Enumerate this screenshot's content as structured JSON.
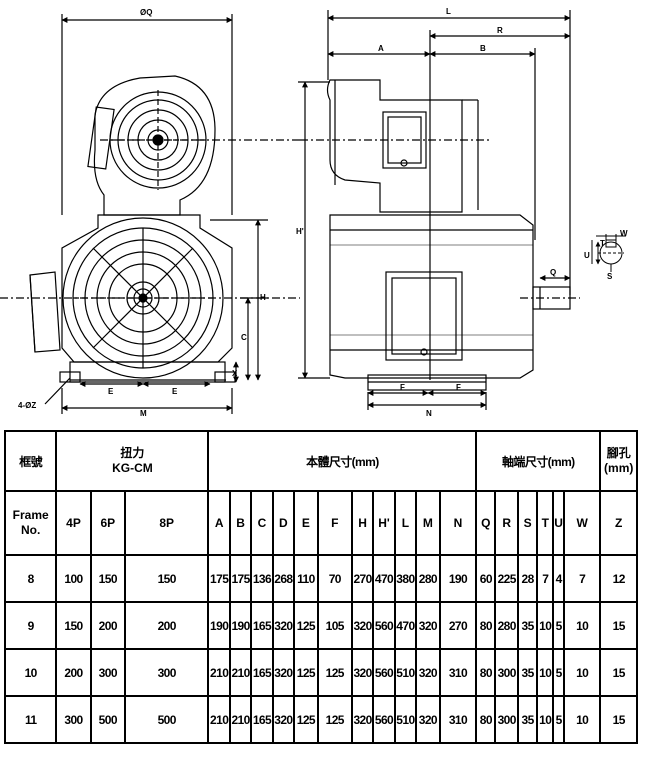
{
  "drawing": {
    "front_labels": {
      "phi_q": "ØQ",
      "e_left": "E",
      "e_right": "E",
      "m": "M",
      "c": "C",
      "x": "X",
      "h": "H",
      "four_phi_z": "4-ØZ"
    },
    "side_labels": {
      "l": "L",
      "r": "R",
      "a": "A",
      "b": "B",
      "h_prime": "H'",
      "q": "Q",
      "f_left": "F",
      "f_right": "F",
      "n": "N"
    },
    "shaft_labels": {
      "w": "W",
      "t": "T",
      "u": "U",
      "s": "S"
    }
  },
  "table": {
    "header_row1": {
      "frame": "框號",
      "torque": "扭力\nKG-CM",
      "body_dims": "本體尺寸(mm)",
      "shaft_dims": "軸端尺寸(mm)",
      "foot_hole": "腳孔\n(mm)"
    },
    "header_row2": [
      "Frame\nNo.",
      "4P",
      "6P",
      "8P",
      "A",
      "B",
      "C",
      "D",
      "E",
      "F",
      "H",
      "H'",
      "L",
      "M",
      "N",
      "Q",
      "R",
      "S",
      "T",
      "U",
      "W",
      "Z"
    ],
    "rows": [
      [
        "8",
        "100",
        "150",
        "150",
        "175",
        "175",
        "136",
        "268",
        "110",
        "70",
        "270",
        "470",
        "380",
        "280",
        "190",
        "60",
        "225",
        "28",
        "7",
        "4",
        "7",
        "12"
      ],
      [
        "9",
        "150",
        "200",
        "200",
        "190",
        "190",
        "165",
        "320",
        "125",
        "105",
        "320",
        "560",
        "470",
        "320",
        "270",
        "80",
        "280",
        "35",
        "10",
        "5",
        "10",
        "15"
      ],
      [
        "10",
        "200",
        "300",
        "300",
        "210",
        "210",
        "165",
        "320",
        "125",
        "125",
        "320",
        "560",
        "510",
        "320",
        "310",
        "80",
        "300",
        "35",
        "10",
        "5",
        "10",
        "15"
      ],
      [
        "11",
        "300",
        "500",
        "500",
        "210",
        "210",
        "165",
        "320",
        "125",
        "125",
        "320",
        "560",
        "510",
        "320",
        "310",
        "80",
        "300",
        "35",
        "10",
        "5",
        "10",
        "15"
      ]
    ]
  }
}
